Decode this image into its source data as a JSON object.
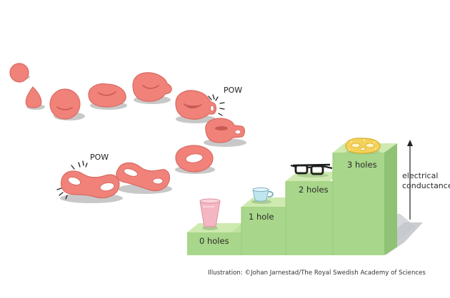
{
  "labels": {
    "pow_top": "POW",
    "pow_left": "POW",
    "step_0": "0 holes",
    "step_1": "1 hole",
    "step_2": "2 holes",
    "step_3": "3 holes",
    "axis_line1": "electrical",
    "axis_line2": "conductance",
    "credit": "Illustration: ©Johan Jarnestad/The Royal Swedish Academy of Sciences"
  },
  "colors": {
    "dough": "#f0827a",
    "stair_top": "#cfeab0",
    "stair_front": "#a8d68a",
    "stair_side": "#8fc274",
    "shadow": "#b8bcc2"
  },
  "objects": {
    "step_0": "glass-icon",
    "step_1": "cup-icon",
    "step_2": "glasses-icon",
    "step_3": "pretzel-icon"
  }
}
